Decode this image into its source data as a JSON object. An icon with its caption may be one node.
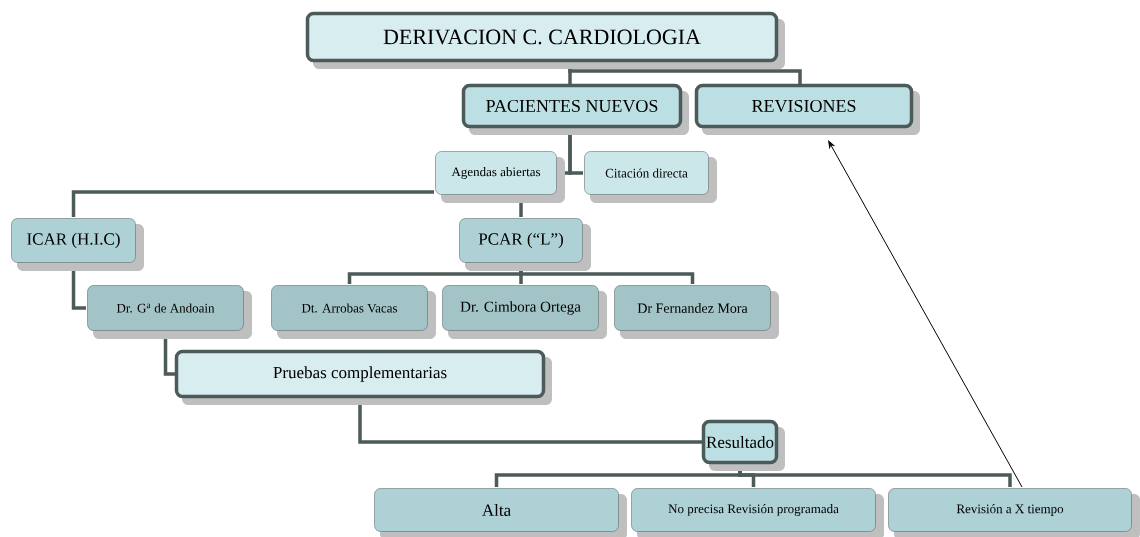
{
  "diagram": {
    "nodes": [
      {
        "text": [
          "DERIVACION C. CARDIOLOGIA"
        ]
      },
      {
        "text": [
          "PACIENTES NUEVOS"
        ]
      },
      {
        "text": [
          "REVISIONES"
        ]
      },
      {
        "text": [
          "Agendas abiertas"
        ]
      },
      {
        "text": [
          "Citación directa"
        ]
      },
      {
        "text": [
          "ICAR (H.I.C)"
        ]
      },
      {
        "text": [
          "PCAR (“L”)"
        ]
      },
      {
        "text": [
          "Dr. G$^{a}$ de Andoain"
        ]
      },
      {
        "text": [
          "Dt. Arrobas Vacas"
        ]
      },
      {
        "text": [
          "Dr. Cimbora Ortega"
        ]
      },
      {
        "text": [
          "Dr Fernandez Mora"
        ]
      },
      {
        "text": [
          "Pruebas complementarias"
        ]
      },
      {
        "text": [
          "Resultado"
        ]
      },
      {
        "text": [
          "Alta"
        ]
      },
      {
        "text": [
          "No precisa Revisión  programada"
        ]
      },
      {
        "text": [
          "Revisión  a X  tiempo"
        ]
      }
    ],
    "edges": [
      {
        "from": 0,
        "to": 1,
        "arrow": "none"
      },
      {
        "from": 0,
        "to": 2,
        "arrow": "none"
      },
      {
        "from": 1,
        "to": 3,
        "arrow": "none"
      },
      {
        "from": 1,
        "to": 4,
        "arrow": "none"
      },
      {
        "from": 3,
        "to": 5,
        "arrow": "none"
      },
      {
        "from": 3,
        "to": 6,
        "arrow": "none"
      },
      {
        "from": 5,
        "to": 7,
        "arrow": "none"
      },
      {
        "from": 6,
        "to": 8,
        "arrow": "none"
      },
      {
        "from": 6,
        "to": 9,
        "arrow": "none"
      },
      {
        "from": 6,
        "to": 10,
        "arrow": "none"
      },
      {
        "from": 7,
        "to": 11,
        "arrow": "none"
      },
      {
        "from": 11,
        "to": 12,
        "arrow": "none"
      },
      {
        "from": 12,
        "to": 13,
        "arrow": "none"
      },
      {
        "from": 12,
        "to": 14,
        "arrow": "none"
      },
      {
        "from": 12,
        "to": 15,
        "arrow": "none"
      },
      {
        "from": 15,
        "to": 2,
        "arrow": "to",
        "color": "#000000"
      }
    ]
  }
}
